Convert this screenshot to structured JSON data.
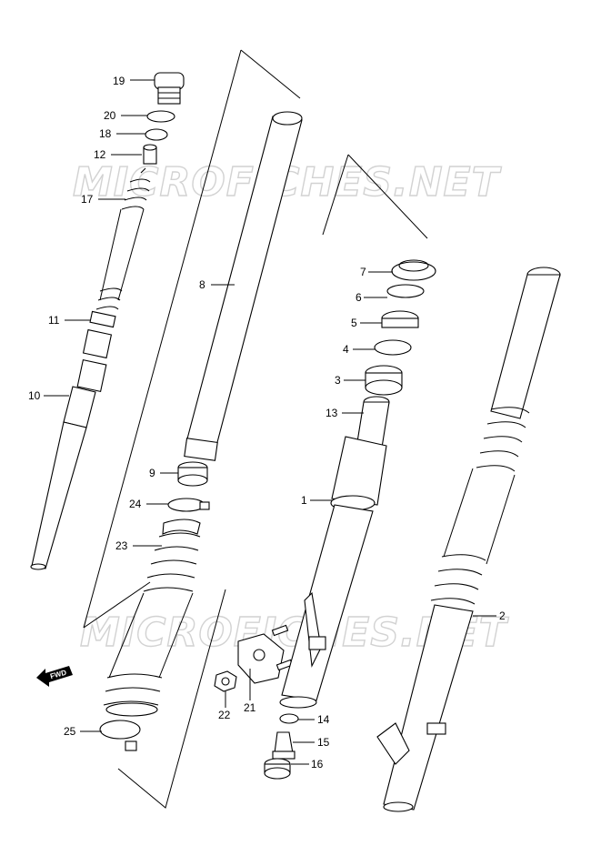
{
  "watermark": "MICROFICHES.NET",
  "fwd_label": "FWD",
  "callouts": [
    {
      "id": "c19",
      "text": "19"
    },
    {
      "id": "c20",
      "text": "20"
    },
    {
      "id": "c18",
      "text": "18"
    },
    {
      "id": "c12",
      "text": "12"
    },
    {
      "id": "c17",
      "text": "17"
    },
    {
      "id": "c11",
      "text": "11"
    },
    {
      "id": "c10",
      "text": "10"
    },
    {
      "id": "c8",
      "text": "8"
    },
    {
      "id": "c9",
      "text": "9"
    },
    {
      "id": "c24",
      "text": "24"
    },
    {
      "id": "c23",
      "text": "23"
    },
    {
      "id": "c25",
      "text": "25"
    },
    {
      "id": "c22",
      "text": "22"
    },
    {
      "id": "c21",
      "text": "21"
    },
    {
      "id": "c7",
      "text": "7"
    },
    {
      "id": "c6",
      "text": "6"
    },
    {
      "id": "c5",
      "text": "5"
    },
    {
      "id": "c4",
      "text": "4"
    },
    {
      "id": "c3",
      "text": "3"
    },
    {
      "id": "c13",
      "text": "13"
    },
    {
      "id": "c1",
      "text": "1"
    },
    {
      "id": "c14",
      "text": "14"
    },
    {
      "id": "c15",
      "text": "15"
    },
    {
      "id": "c16",
      "text": "16"
    },
    {
      "id": "c2",
      "text": "2"
    }
  ]
}
